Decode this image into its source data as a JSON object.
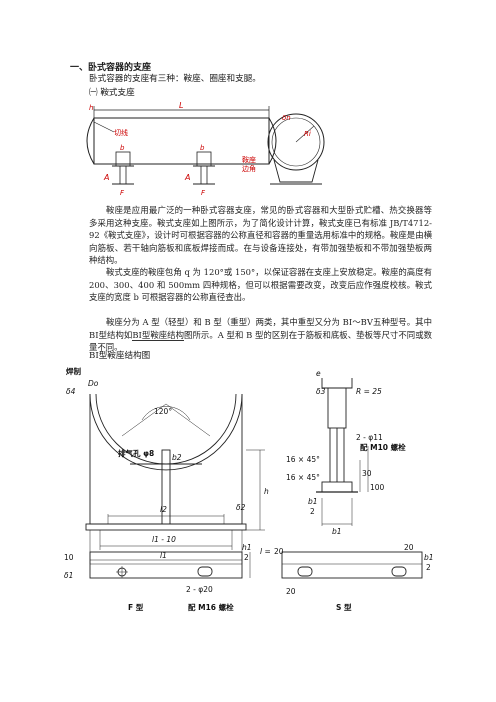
{
  "section_title": "一、卧式容器的支座",
  "intro": "卧式容器的支座有三种：鞍座、圈座和支腿。",
  "subsection": "㈠  鞍式支座",
  "figure1": {
    "label_h": "h",
    "label_L": "L",
    "label_cut": "切线",
    "label_b_left": "b",
    "label_b_right": "b",
    "label_A_left": "A",
    "label_A_right": "A",
    "label_F_left": "F",
    "label_F_right": "F",
    "label_delta": "δn",
    "label_R": "Ri",
    "label_saddle_edge_1": "鞍座",
    "label_saddle_edge_2": "边角"
  },
  "paragraphs": {
    "p1": "鞍座是应用最广泛的一种卧式容器支座，常见的卧式容器和大型卧式贮槽、热交换器等多采用这种支座。鞍式支座如上图所示，为了简化设计计算，鞍式支座已有标准 JB/T4712-92《鞍式支座》，设计时可根据容器的公称直径和容器的重量选用标准中的规格。鞍座是由横向筋板、若干轴向筋板和底板焊接而成。在与设备连接处，有带加强垫板和不带加强垫板两种结构。",
    "p2": "鞍式支座的鞍座包角 q 为 120°或 150°，以保证容器在支座上安放稳定。鞍座的高度有 200、300、400 和 500mm 四种规格，但可以根据需要改变，改变后应作强度校核。鞍式支座的宽度 b 可根据容器的公称直径查出。",
    "p3_a": "鞍座分为 A 型（轻型）和 B 型（重型）两类，其中重型又分为 BⅠ～BⅤ五种型号。其中 BⅠ型结构如",
    "p3_link": "BⅠ型鞍座结构",
    "p3_b": "图所示。A 型和 B 型的区别在于筋板和底板、垫板等尺寸不同或数量不同。"
  },
  "figure2_caption": "BⅠ型鞍座结构图",
  "figure2": {
    "weld_label": "焊制",
    "Do": "Do",
    "delta4": "δ4",
    "angle": "120°",
    "vent": "排气孔 φ8",
    "b2": "b2",
    "h": "h",
    "delta2": "δ2",
    "l2": "l2",
    "l1_minus_10": "l1 - 10",
    "l1": "l1",
    "e": "e",
    "delta3": "δ3",
    "R25": "R = 25",
    "bolt_holes": "2 - φ11",
    "bolt_m10": "配 M10 螺栓",
    "chamfer1": "16 × 45°",
    "chamfer2": "16 × 45°",
    "dim30": "30",
    "dim100": "100",
    "b1_half": "b1",
    "two": "2",
    "b1": "b1",
    "dim10": "10",
    "delta1": "δ1",
    "h1_half": "h1",
    "two_b": "2",
    "l_eq": "l =",
    "dim20a": "20",
    "bolt_holes2": "2 - φ20",
    "bolt_m16": "配 M16 螺栓",
    "type_F": "F 型",
    "type_S": "S 型",
    "dim20b": "20",
    "dim20c": "20",
    "b1_half2": "b1",
    "two_c": "2"
  }
}
